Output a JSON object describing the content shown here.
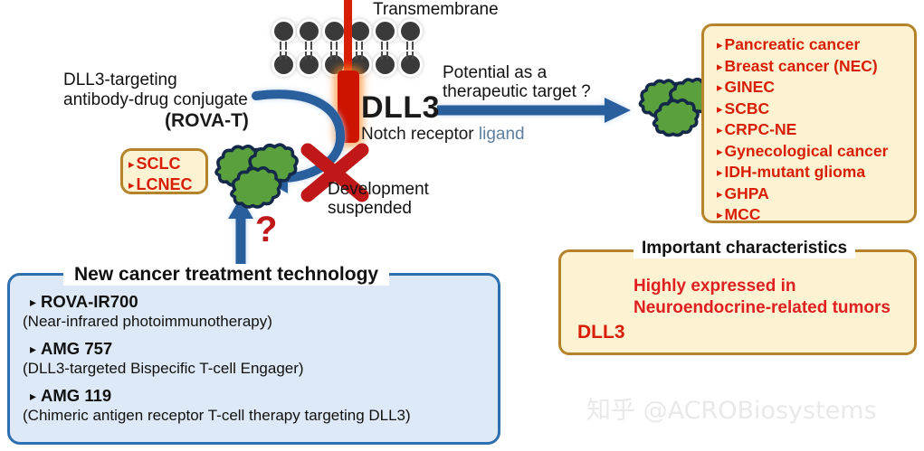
{
  "labels": {
    "transmembrane": "Transmembrane",
    "adc_line1": "DLL3-targeting",
    "adc_line2": "antibody-drug conjugate",
    "rovat": "(ROVA-T)",
    "dll3": "DLL3",
    "notch_black": "Notch receptor ",
    "notch_blue": "ligand",
    "potential_line1": "Potential as a",
    "potential_line2": "therapeutic target ?",
    "dev_line1": "Development",
    "dev_line2": "suspended",
    "question_mark": "?"
  },
  "cancer_list": {
    "bullet": "▸",
    "items": [
      "Pancreatic cancer",
      "Breast cancer (NEC)",
      "GINEC",
      "SCBC",
      "CRPC-NE",
      "Gynecological cancer",
      "IDH-mutant glioma",
      "GHPA",
      "MCC"
    ]
  },
  "sclc_box": {
    "bullet": "▸",
    "items": [
      "SCLC",
      "LCNEC"
    ]
  },
  "characteristics": {
    "title": "Important characteristics",
    "text_line1": "Highly expressed in",
    "text_line2": "Neuroendocrine-related tumors",
    "tumor_label": "DLL3"
  },
  "new_tech": {
    "title": "New cancer treatment technology",
    "bullet": "▸",
    "items": [
      {
        "name": "ROVA-IR700",
        "detail": "(Near-infrared photoimmunotherapy)"
      },
      {
        "name": "AMG 757",
        "detail": "(DLL3-targeted Bispecific T-cell Engager)"
      },
      {
        "name": "AMG 119",
        "detail": "(Chimeric antigen receptor T-cell therapy targeting DLL3)"
      }
    ]
  },
  "watermark": {
    "text": "知乎 @ACROBiosystems"
  },
  "colors": {
    "red_text": "#d81e05",
    "cream_fill": "#fdf2d2",
    "cream_border": "#b5832c",
    "blue_fill": "#dde9f6",
    "blue_border": "#2e6fb0",
    "arrow_blue": "#2b5f9e",
    "tumor_green": "#5aa03c",
    "tumor_outline": "#14294a",
    "receptor_red": "#cc1400"
  }
}
